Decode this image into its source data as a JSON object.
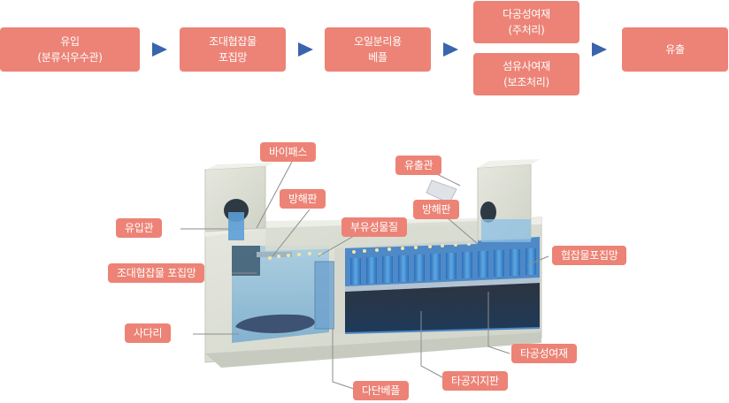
{
  "flow": {
    "steps": [
      {
        "line1": "유입",
        "line2": "(분류식우수관)"
      },
      {
        "line1": "조대협잡물",
        "line2": "포집망"
      },
      {
        "line1": "오일분리용",
        "line2": "베플"
      },
      {
        "line1": "다공성여재",
        "line2": "(주처리)"
      },
      {
        "line1": "섬유사여재",
        "line2": "(보조처리)"
      },
      {
        "line1": "유출",
        "line2": ""
      }
    ],
    "arrow_color": "#3a64ac",
    "box_color": "#ec8376"
  },
  "diagram": {
    "labels": {
      "bypass": "바이패스",
      "baffle_left": "방해판",
      "inlet_pipe": "유입관",
      "floating_matter": "부유성물질",
      "outlet_pipe": "유출관",
      "baffle_right": "방해판",
      "coarse_screen": "조대협잡물 포집망",
      "debris_screen": "협잡물포집망",
      "ladder": "사다리",
      "porous_media": "타공성여재",
      "perforated_support": "타공지지판",
      "multistage_baffle": "다단베플"
    }
  }
}
